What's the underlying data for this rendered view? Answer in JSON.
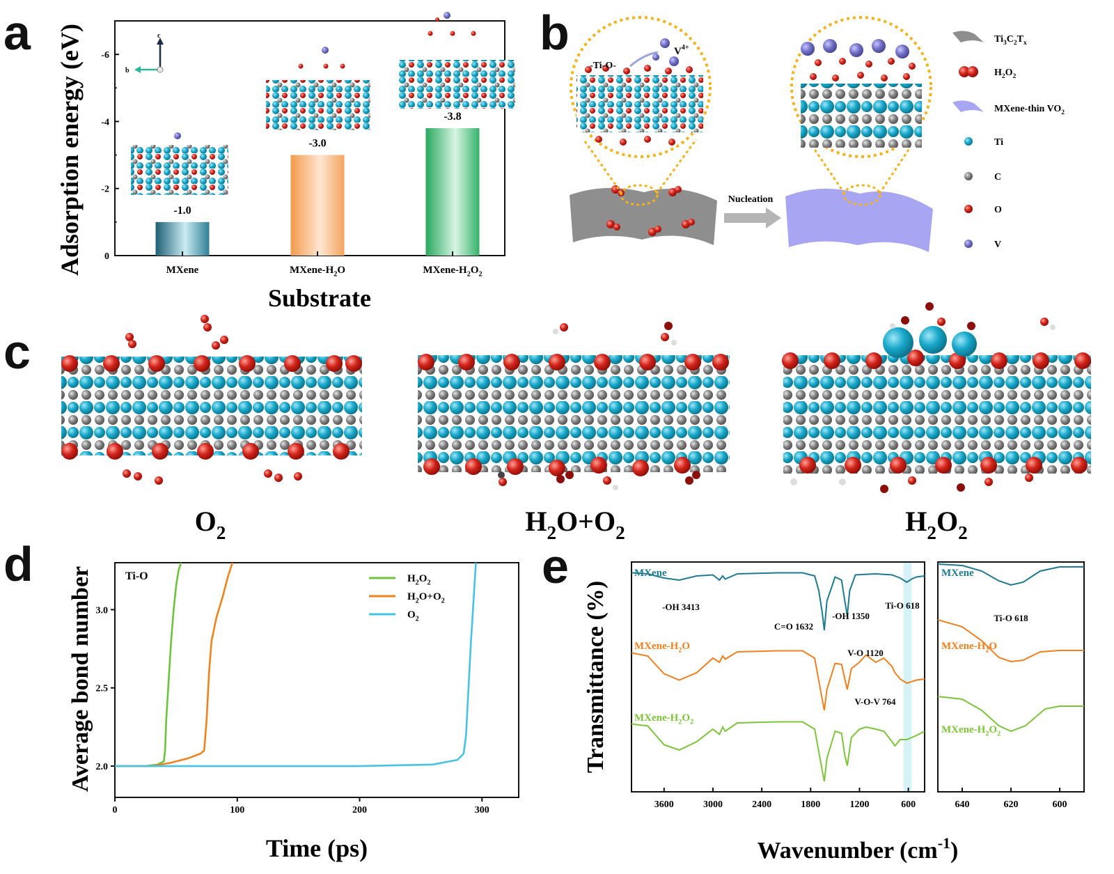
{
  "panels": {
    "a": {
      "letter": "a",
      "ylabel": "Adsorption energy (eV)",
      "xlabel": "Substrate",
      "axis_c": "c",
      "axis_b": "b"
    },
    "b": {
      "letter": "b",
      "callout_tio": "-Ti-O-",
      "callout_v": "V",
      "callout_v_sup": "4+",
      "arrow_label": "Nucleation",
      "legend": [
        {
          "main": "Ti",
          "sub": "3",
          "main2": "C",
          "sub2": "2",
          "main3": "T",
          "sub3": "x",
          "icon": "slab-gray",
          "color": "#8e8e8e"
        },
        {
          "main": "H",
          "sub": "2",
          "main2": "O",
          "sub2": "2",
          "icon": "h2o2-molecule",
          "color": "#d8392b"
        },
        {
          "main": "MXene-thin VO",
          "sub": "2",
          "icon": "slab-purple",
          "color": "#a8a6f2"
        },
        {
          "main": "Ti",
          "icon": "atom",
          "color": "#16a6c8"
        },
        {
          "main": "C",
          "icon": "atom",
          "color": "#7c7c7c"
        },
        {
          "main": "O",
          "icon": "atom",
          "color": "#d8392b"
        },
        {
          "main": "V",
          "icon": "atom",
          "color": "#6e6cc4"
        }
      ]
    },
    "c": {
      "letter": "c",
      "labels": [
        {
          "main": "O",
          "sub": "2",
          "tail": ""
        },
        {
          "main": "H",
          "sub": "2",
          "tail": "O+O",
          "sub2": "2"
        },
        {
          "main": "H",
          "sub": "2",
          "tail": "O",
          "sub2": "2"
        }
      ]
    },
    "d": {
      "letter": "d",
      "annotation": "Ti-O"
    },
    "e": {
      "letter": "e",
      "ylabel": "Transmittance (%)",
      "xlabel_main": "Wavenumber (cm",
      "xlabel_sup": "-1",
      "xlabel_end": ")",
      "series_labels": [
        {
          "main": "MXene",
          "color": "#1d7a92"
        },
        {
          "main": "MXene-H",
          "sub": "2",
          "tail": "O",
          "color": "#f07f1e"
        },
        {
          "main": "MXene-H",
          "sub": "2",
          "tail": "O",
          "sub2": "2",
          "color": "#7cc43a"
        }
      ],
      "annotations": {
        "oh3413": "-OH 3413",
        "co1632": "C=O 1632",
        "oh1350": "-OH 1350",
        "tio618": "Ti-O 618",
        "vo1120": "V-O 1120",
        "vov764": "V-O-V 764",
        "tio618_zoom": "Ti-O 618"
      }
    }
  },
  "chart_data": [
    {
      "id": "a",
      "type": "bar",
      "categories": [
        {
          "main": "MXene"
        },
        {
          "main": "MXene-H",
          "sub": "2",
          "tail": "O"
        },
        {
          "main": "MXene-H",
          "sub": "2",
          "tail": "O",
          "sub2": "2"
        }
      ],
      "values": [
        -1.0,
        -3.0,
        -3.8
      ],
      "value_labels": [
        "-1.0",
        "-3.0",
        "-3.8"
      ],
      "bar_colors": [
        "#2f7f95",
        "#f4a35c",
        "#34b26a"
      ],
      "xlabel": "Substrate",
      "ylabel": "Adsorption energy (eV)",
      "ylim": [
        0,
        -7
      ],
      "yticks": [
        "0",
        "-2",
        "-4",
        "-6"
      ],
      "reversed_y": true
    },
    {
      "id": "d",
      "type": "line",
      "xlabel": "Time (ps)",
      "ylabel": "Average bond number",
      "xlim": [
        0,
        330
      ],
      "ylim": [
        1.8,
        3.3
      ],
      "xticks": [
        "0",
        "100",
        "200",
        "300"
      ],
      "yticks": [
        "2.0",
        "2.5",
        "3.0"
      ],
      "legend_position": "top-right",
      "series": [
        {
          "name": {
            "main": "H",
            "sub": "2",
            "tail": "O",
            "sub2": "2"
          },
          "color": "#6cc33c",
          "points": [
            [
              0,
              2.0
            ],
            [
              25,
              2.0
            ],
            [
              35,
              2.01
            ],
            [
              40,
              2.03
            ],
            [
              41,
              2.1
            ],
            [
              42,
              2.3
            ],
            [
              44,
              2.55
            ],
            [
              46,
              2.8
            ],
            [
              48,
              3.0
            ],
            [
              50,
              3.15
            ],
            [
              52,
              3.25
            ],
            [
              54,
              3.3
            ]
          ]
        },
        {
          "name": {
            "main": "H",
            "sub": "2",
            "tail": "O+O",
            "sub2": "2"
          },
          "color": "#f0821e",
          "points": [
            [
              0,
              2.0
            ],
            [
              30,
              2.0
            ],
            [
              45,
              2.02
            ],
            [
              60,
              2.05
            ],
            [
              70,
              2.08
            ],
            [
              73,
              2.1
            ],
            [
              75,
              2.3
            ],
            [
              77,
              2.6
            ],
            [
              79,
              2.8
            ],
            [
              83,
              2.95
            ],
            [
              88,
              3.08
            ],
            [
              92,
              3.2
            ],
            [
              96,
              3.3
            ]
          ]
        },
        {
          "name": {
            "main": "O",
            "sub": "2",
            "tail": ""
          },
          "color": "#46c3e3",
          "points": [
            [
              0,
              2.0
            ],
            [
              100,
              2.0
            ],
            [
              200,
              2.0
            ],
            [
              260,
              2.01
            ],
            [
              280,
              2.04
            ],
            [
              285,
              2.08
            ],
            [
              287,
              2.2
            ],
            [
              289,
              2.5
            ],
            [
              291,
              2.8
            ],
            [
              293,
              3.05
            ],
            [
              295,
              3.3
            ]
          ]
        }
      ]
    },
    {
      "id": "e",
      "type": "line",
      "xlabel": "Wavenumber (cm-1)",
      "ylabel": "Transmittance (%)",
      "xlim": [
        4000,
        400
      ],
      "xticks": [
        "3600",
        "3000",
        "2400",
        "1800",
        "1200",
        "600"
      ],
      "highlight_band": [
        660,
        560
      ],
      "series": [
        {
          "name": "MXene",
          "color": "#1d7a92",
          "offset": 0.0,
          "points": [
            [
              4000,
              0.97
            ],
            [
              3800,
              0.96
            ],
            [
              3600,
              0.92
            ],
            [
              3413,
              0.9
            ],
            [
              3200,
              0.94
            ],
            [
              3000,
              0.95
            ],
            [
              2920,
              0.9
            ],
            [
              2880,
              0.94
            ],
            [
              2850,
              0.91
            ],
            [
              2700,
              0.96
            ],
            [
              2200,
              0.97
            ],
            [
              1900,
              0.97
            ],
            [
              1750,
              0.94
            ],
            [
              1700,
              0.8
            ],
            [
              1660,
              0.6
            ],
            [
              1632,
              0.42
            ],
            [
              1600,
              0.7
            ],
            [
              1500,
              0.93
            ],
            [
              1420,
              0.9
            ],
            [
              1380,
              0.7
            ],
            [
              1350,
              0.56
            ],
            [
              1320,
              0.8
            ],
            [
              1250,
              0.95
            ],
            [
              1000,
              0.96
            ],
            [
              800,
              0.95
            ],
            [
              700,
              0.92
            ],
            [
              618,
              0.88
            ],
            [
              560,
              0.91
            ],
            [
              500,
              0.93
            ],
            [
              400,
              0.94
            ]
          ]
        },
        {
          "name": "MXene-H2O",
          "color": "#f07f1e",
          "offset": 0.0,
          "points": [
            [
              4000,
              0.95
            ],
            [
              3800,
              0.92
            ],
            [
              3600,
              0.75
            ],
            [
              3413,
              0.69
            ],
            [
              3200,
              0.76
            ],
            [
              3000,
              0.9
            ],
            [
              2920,
              0.86
            ],
            [
              2880,
              0.92
            ],
            [
              2850,
              0.89
            ],
            [
              2700,
              0.96
            ],
            [
              2200,
              0.97
            ],
            [
              1900,
              0.97
            ],
            [
              1750,
              0.9
            ],
            [
              1680,
              0.6
            ],
            [
              1632,
              0.4
            ],
            [
              1600,
              0.6
            ],
            [
              1500,
              0.85
            ],
            [
              1420,
              0.84
            ],
            [
              1380,
              0.7
            ],
            [
              1350,
              0.6
            ],
            [
              1300,
              0.8
            ],
            [
              1200,
              0.86
            ],
            [
              1120,
              0.93
            ],
            [
              1000,
              0.86
            ],
            [
              900,
              0.9
            ],
            [
              800,
              0.82
            ],
            [
              764,
              0.76
            ],
            [
              700,
              0.7
            ],
            [
              618,
              0.66
            ],
            [
              500,
              0.69
            ],
            [
              400,
              0.7
            ]
          ]
        },
        {
          "name": "MXene-H2O2",
          "color": "#7cc43a",
          "offset": 0.0,
          "points": [
            [
              4000,
              0.95
            ],
            [
              3800,
              0.93
            ],
            [
              3600,
              0.75
            ],
            [
              3413,
              0.7
            ],
            [
              3200,
              0.78
            ],
            [
              3000,
              0.9
            ],
            [
              2920,
              0.85
            ],
            [
              2880,
              0.92
            ],
            [
              2850,
              0.88
            ],
            [
              2700,
              0.96
            ],
            [
              2200,
              0.97
            ],
            [
              1900,
              0.97
            ],
            [
              1750,
              0.9
            ],
            [
              1680,
              0.6
            ],
            [
              1632,
              0.4
            ],
            [
              1600,
              0.62
            ],
            [
              1500,
              0.88
            ],
            [
              1420,
              0.86
            ],
            [
              1380,
              0.65
            ],
            [
              1350,
              0.55
            ],
            [
              1300,
              0.82
            ],
            [
              1200,
              0.9
            ],
            [
              1120,
              0.92
            ],
            [
              1000,
              0.9
            ],
            [
              900,
              0.88
            ],
            [
              800,
              0.78
            ],
            [
              764,
              0.74
            ],
            [
              700,
              0.8
            ],
            [
              618,
              0.8
            ],
            [
              500,
              0.84
            ],
            [
              400,
              0.88
            ]
          ]
        }
      ]
    },
    {
      "id": "e-zoom",
      "type": "line",
      "xlim": [
        650,
        590
      ],
      "xticks": [
        "640",
        "620",
        "600"
      ],
      "series": [
        {
          "name": "MXene",
          "color": "#1d7a92",
          "points": [
            [
              650,
              0.95
            ],
            [
              640,
              0.94
            ],
            [
              632,
              0.9
            ],
            [
              625,
              0.83
            ],
            [
              620,
              0.8
            ],
            [
              615,
              0.82
            ],
            [
              608,
              0.9
            ],
            [
              600,
              0.93
            ],
            [
              590,
              0.93
            ]
          ]
        },
        {
          "name": "MXene-H2O",
          "color": "#f07f1e",
          "points": [
            [
              650,
              0.95
            ],
            [
              640,
              0.9
            ],
            [
              632,
              0.8
            ],
            [
              625,
              0.68
            ],
            [
              620,
              0.65
            ],
            [
              615,
              0.66
            ],
            [
              608,
              0.72
            ],
            [
              600,
              0.73
            ],
            [
              590,
              0.73
            ]
          ]
        },
        {
          "name": "MXene-H2O2",
          "color": "#7cc43a",
          "points": [
            [
              650,
              0.95
            ],
            [
              640,
              0.93
            ],
            [
              632,
              0.85
            ],
            [
              625,
              0.74
            ],
            [
              620,
              0.7
            ],
            [
              614,
              0.74
            ],
            [
              606,
              0.86
            ],
            [
              600,
              0.88
            ],
            [
              590,
              0.88
            ]
          ]
        }
      ]
    }
  ]
}
